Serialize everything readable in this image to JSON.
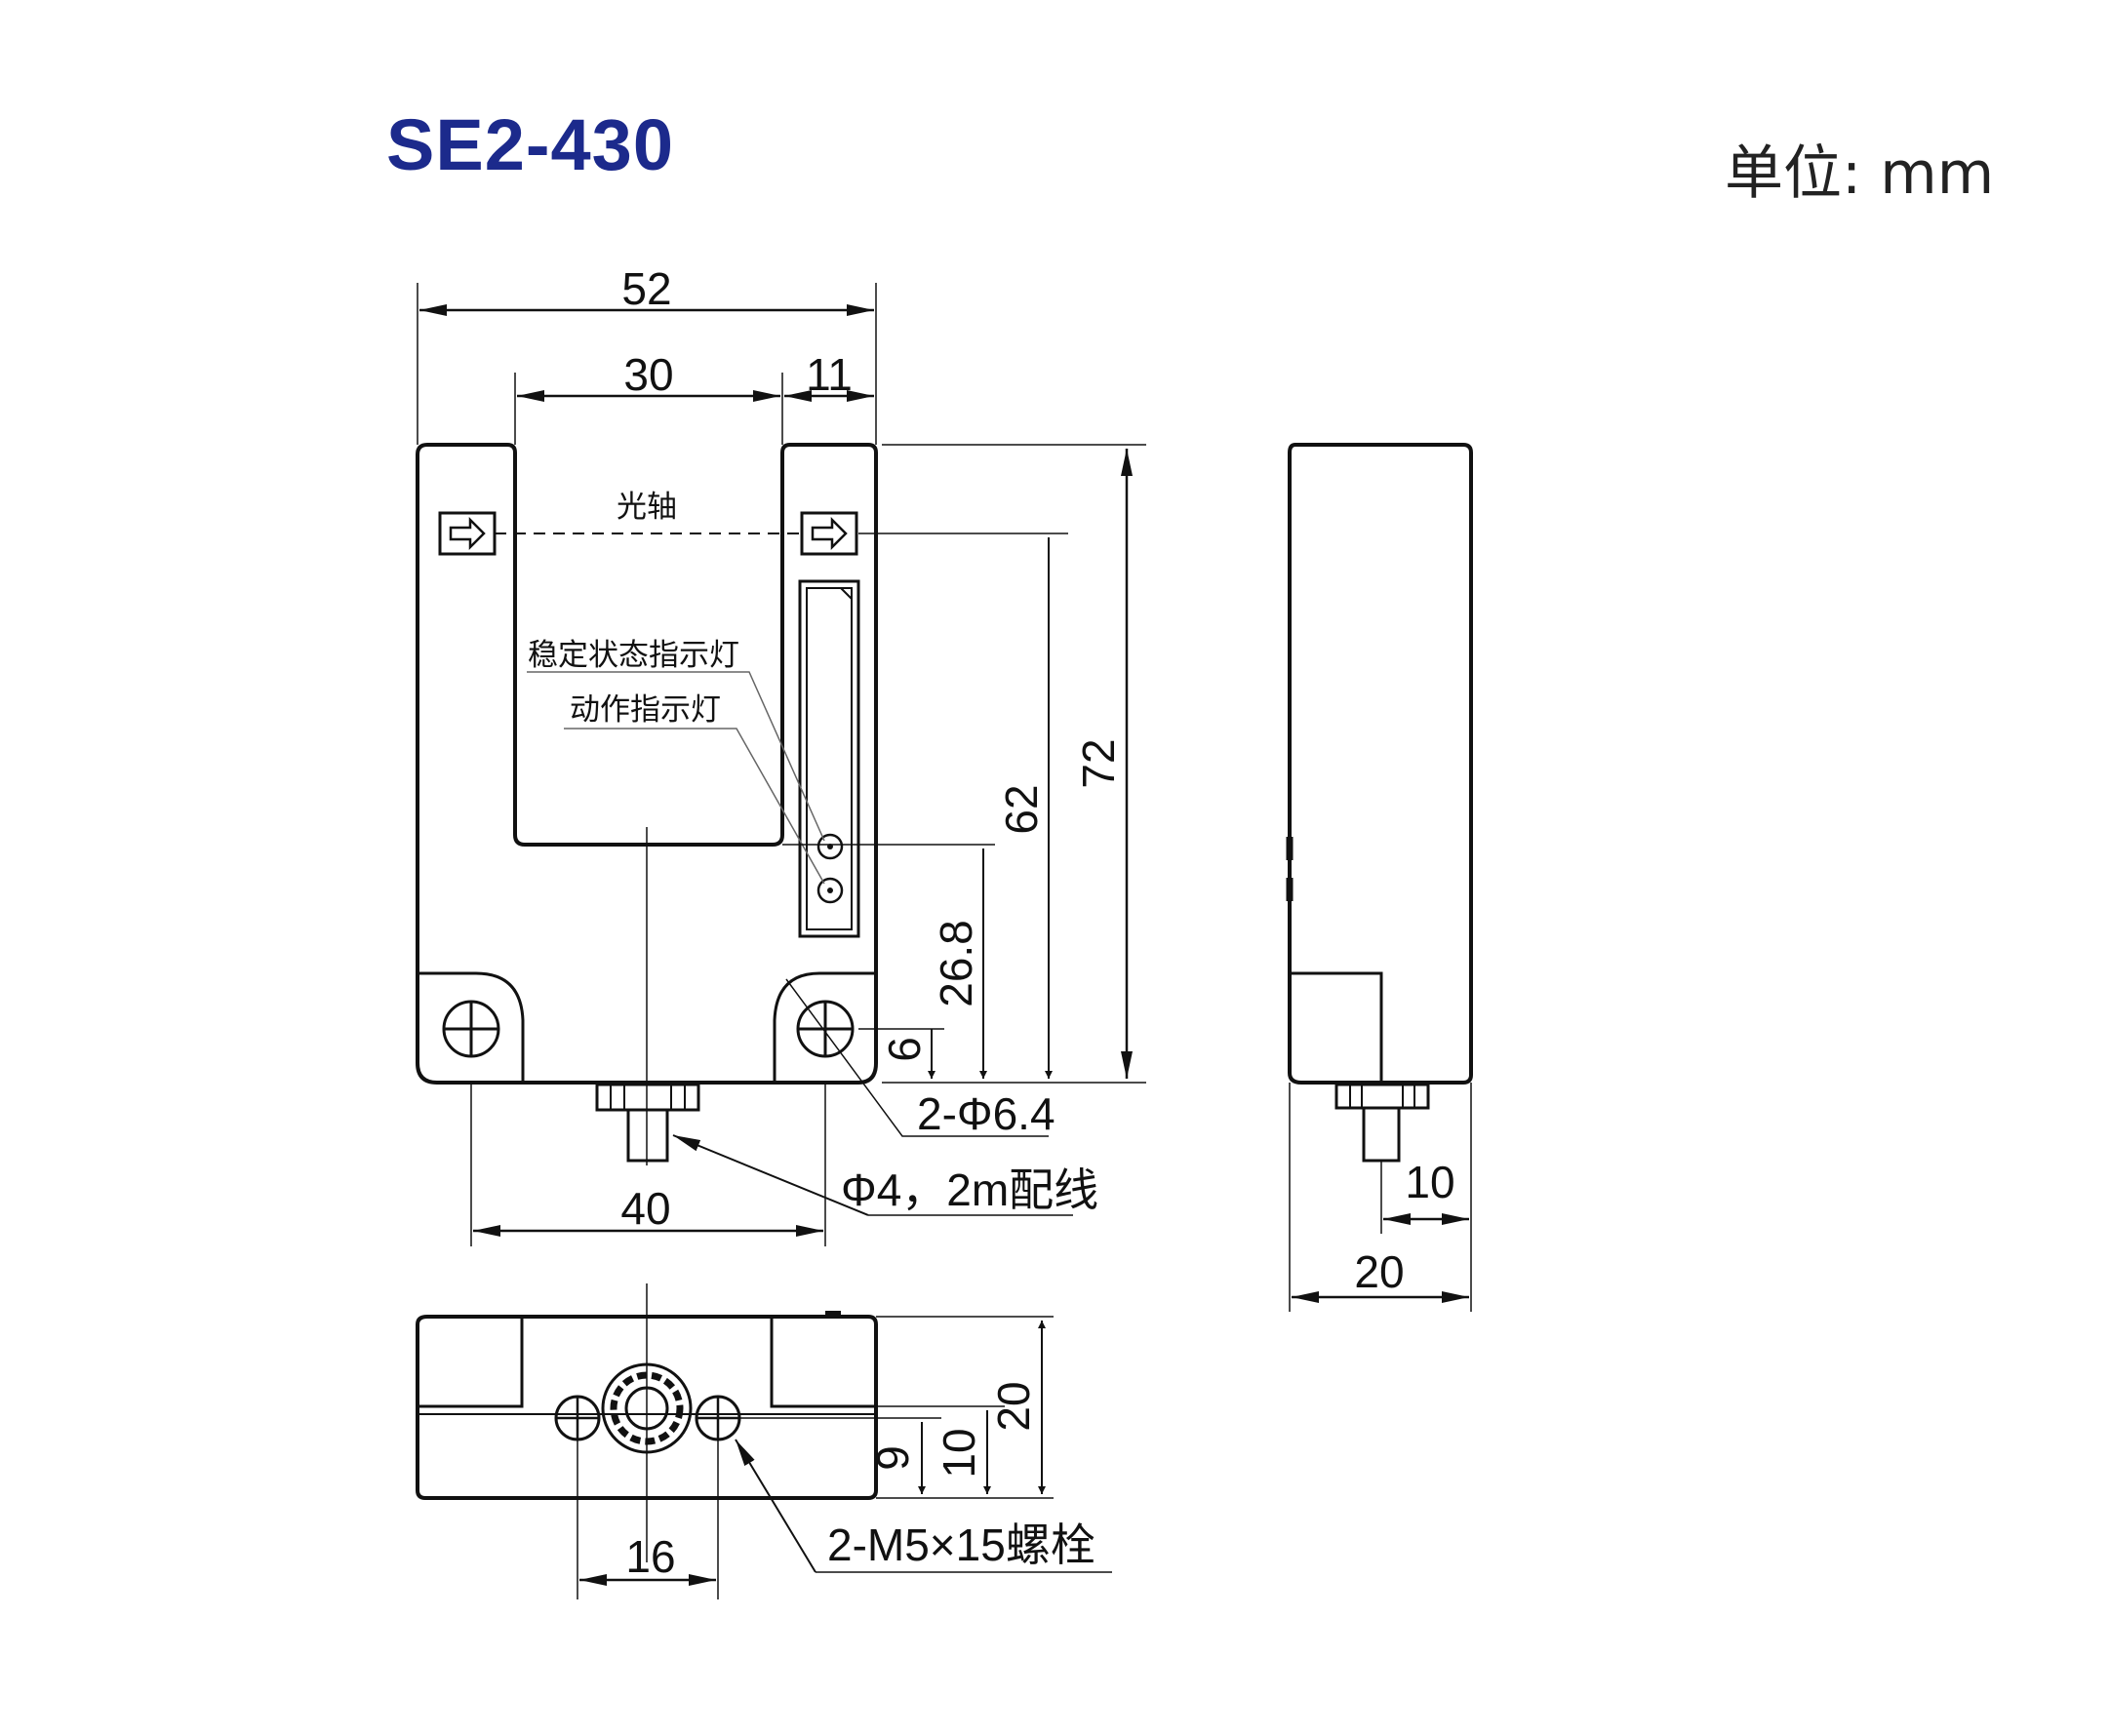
{
  "title": "SE2-430",
  "unit_label": "单位: mm",
  "front_view": {
    "dim_total_width": "52",
    "dim_slot_width": "30",
    "dim_arm_width": "11",
    "dim_total_height": "72",
    "dim_axis_height": "62",
    "dim_slot_bottom": "26.8",
    "dim_hole_height": "6",
    "dim_hole_pitch": "40",
    "label_optical_axis": "光轴",
    "label_stable_indicator": "稳定状态指示灯",
    "label_action_indicator": "动作指示灯",
    "callout_holes": "2-Φ6.4",
    "callout_cable": "Φ4，2m配线"
  },
  "side_view": {
    "dim_cable_offset": "10",
    "dim_depth": "20"
  },
  "bottom_view": {
    "dim_bolt_pitch": "16",
    "dim_9": "9",
    "dim_10": "10",
    "dim_20": "20",
    "callout_bolts": "2-M5×15螺栓"
  }
}
